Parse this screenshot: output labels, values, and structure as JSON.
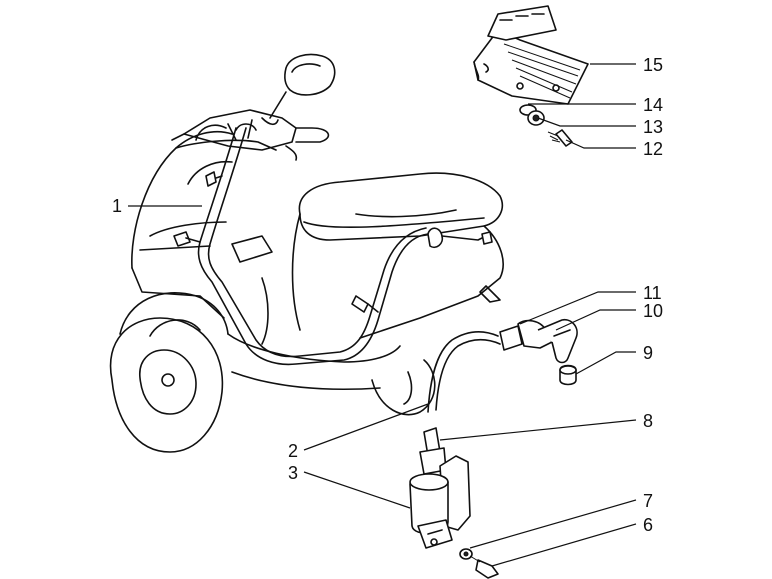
{
  "callouts": [
    {
      "id": "1",
      "label": "1"
    },
    {
      "id": "2",
      "label": "2"
    },
    {
      "id": "3",
      "label": "3"
    },
    {
      "id": "6",
      "label": "6"
    },
    {
      "id": "7",
      "label": "7"
    },
    {
      "id": "8",
      "label": "8"
    },
    {
      "id": "9",
      "label": "9"
    },
    {
      "id": "10",
      "label": "10"
    },
    {
      "id": "11",
      "label": "11"
    },
    {
      "id": "12",
      "label": "12"
    },
    {
      "id": "13",
      "label": "13"
    },
    {
      "id": "14",
      "label": "14"
    },
    {
      "id": "15",
      "label": "15"
    }
  ],
  "colors": {
    "line": "#111111",
    "background": "#ffffff"
  }
}
